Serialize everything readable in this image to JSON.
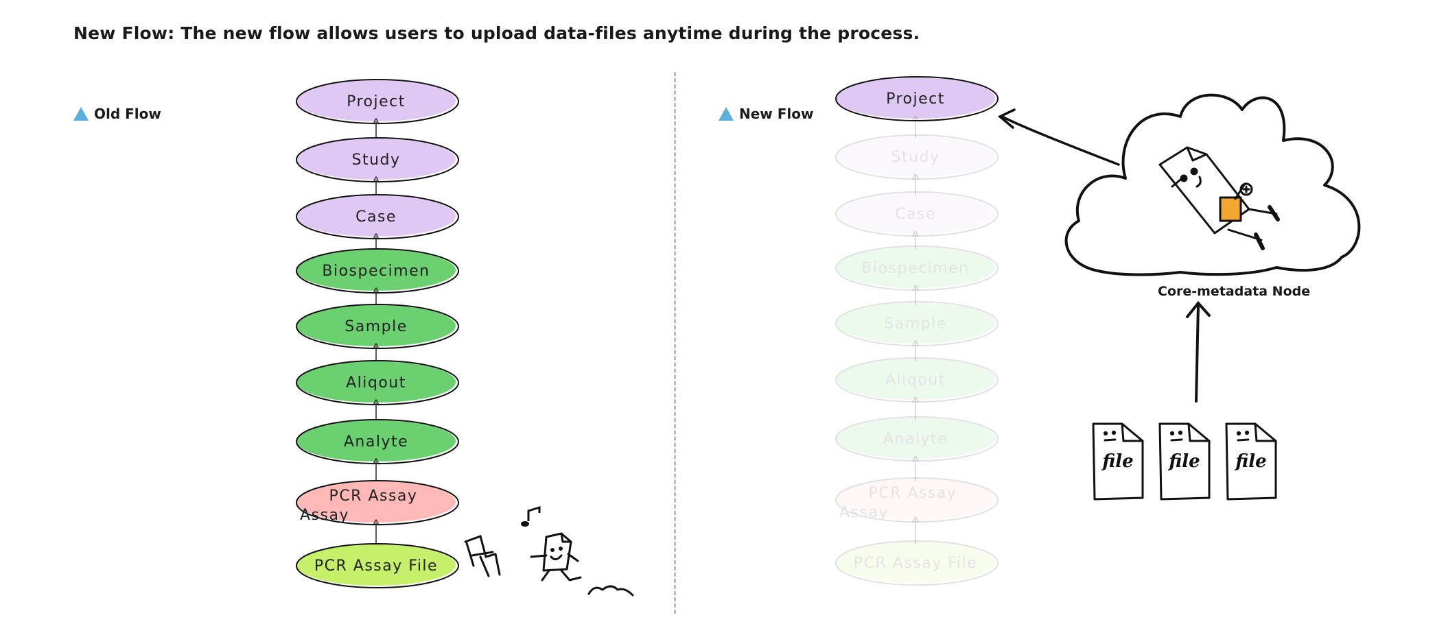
{
  "title": "New Flow: The new flow allows users to upload data-files anytime during the process.",
  "legend": {
    "old_flow": "Old Flow",
    "new_flow": "New Flow",
    "marker_color": "#5aaee0"
  },
  "old_flow_nodes": [
    {
      "label": "Project",
      "color": "#e0c8f5"
    },
    {
      "label": "Study",
      "color": "#e0c8f5"
    },
    {
      "label": "Case",
      "color": "#e0c8f5"
    },
    {
      "label": "Biospecimen",
      "color": "#6ad070"
    },
    {
      "label": "Sample",
      "color": "#6ad070"
    },
    {
      "label": "Aliqout",
      "color": "#6ad070"
    },
    {
      "label": "Analyte",
      "color": "#6ad070"
    },
    {
      "label": "PCR Assay",
      "sub": "Assay",
      "color": "#ffb8b8"
    },
    {
      "label": "PCR Assay File",
      "color": "#c6f06a"
    }
  ],
  "new_flow_nodes": [
    {
      "label": "Project",
      "color": "#e0c8f5",
      "faded": false
    },
    {
      "label": "Study",
      "color": "#e0c8f5",
      "faded": true
    },
    {
      "label": "Case",
      "color": "#e0c8f5",
      "faded": true
    },
    {
      "label": "Biospecimen",
      "color": "#6ad070",
      "faded": true
    },
    {
      "label": "Sample",
      "color": "#6ad070",
      "faded": true
    },
    {
      "label": "Aliqout",
      "color": "#6ad070",
      "faded": true
    },
    {
      "label": "Analyte",
      "color": "#6ad070",
      "faded": true
    },
    {
      "label": "PCR Assay",
      "sub": "Assay",
      "color": "#ffb8b8",
      "faded": true
    },
    {
      "label": "PCR Assay File",
      "color": "#c6f06a",
      "faded": true
    }
  ],
  "cloud_label": "Core-metadata Node",
  "file_icons": [
    "file",
    "file",
    "file"
  ],
  "icon_names": [
    "chair-icon",
    "music-note-icon",
    "walking-file-icon",
    "cloud-icon",
    "relaxing-file-icon",
    "file-icon"
  ],
  "accent_drink_color": "#f0a830"
}
